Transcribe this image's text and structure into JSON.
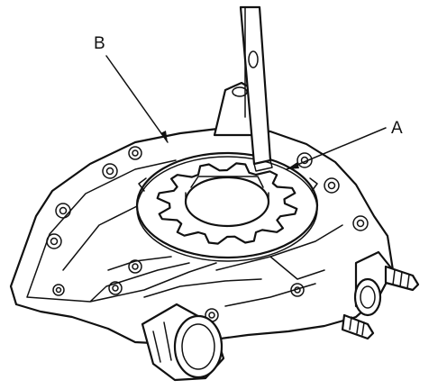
{
  "figure": {
    "callouts": [
      {
        "id": "A",
        "label": "A"
      },
      {
        "id": "B",
        "label": "B"
      }
    ]
  }
}
